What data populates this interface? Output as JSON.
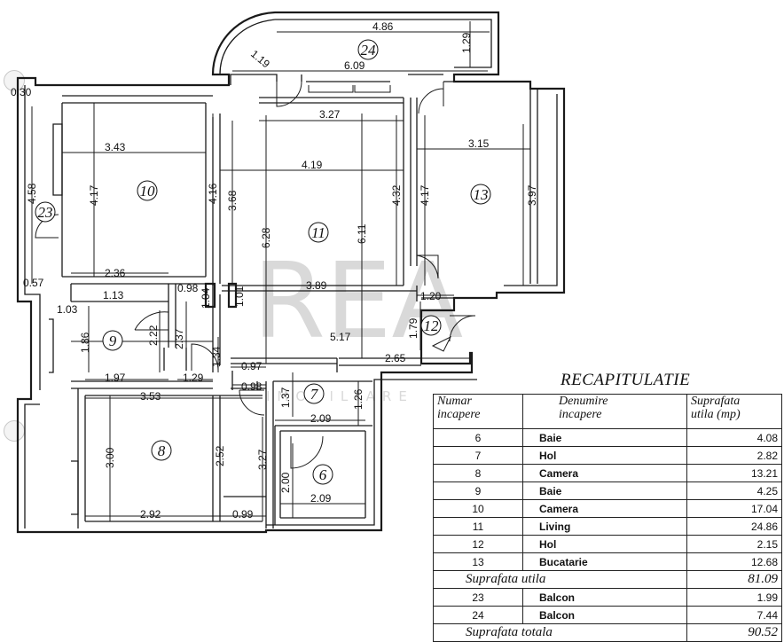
{
  "watermark": {
    "logo": "REA",
    "tagline": "IMOBILIARE"
  },
  "dimensions": {
    "d_4_86": "4.86",
    "d_1_29a": "1.29",
    "d_1_19": "1.19",
    "d_6_09": "6.09",
    "d_0_30": "0.30",
    "d_3_27a": "3.27",
    "d_3_43": "3.43",
    "d_3_15": "3.15",
    "d_4_19": "4.19",
    "d_4_58": "4.58",
    "d_4_17a": "4.17",
    "d_4_16": "4.16",
    "d_3_68": "3.68",
    "d_4_32": "4.32",
    "d_4_17b": "4.17",
    "d_3_97": "3.97",
    "d_6_28": "6.28",
    "d_6_11": "6.11",
    "d_0_57": "0.57",
    "d_2_36": "2.36",
    "d_3_89": "3.89",
    "d_1_13": "1.13",
    "d_0_98a": "0.98",
    "d_1_04": "1.04",
    "d_1_01": "1.01",
    "d_1_20": "1.20",
    "d_1_03": "1.03",
    "d_1_86": "1.86",
    "d_2_22": "2.22",
    "d_2_37": "2.37",
    "d_1_79": "1.79",
    "d_5_17": "5.17",
    "d_1_34": "1.34",
    "d_2_65": "2.65",
    "d_1_97": "1.97",
    "d_1_29b": "1.29",
    "d_0_97": "0.97",
    "d_0_98b": "0.98",
    "d_1_37": "1.37",
    "d_1_26": "1.26",
    "d_3_53": "3.53",
    "d_2_09a": "2.09",
    "d_3_00": "3.00",
    "d_2_52": "2.52",
    "d_3_27b": "3.27",
    "d_2_00": "2.00",
    "d_2_09b": "2.09",
    "d_2_92": "2.92",
    "d_0_99": "0.99"
  },
  "room_labels": {
    "r6": "6",
    "r7": "7",
    "r8": "8",
    "r9": "9",
    "r10": "10",
    "r11": "11",
    "r12": "12",
    "r13": "13",
    "r23": "23",
    "r24": "24"
  },
  "recap": {
    "title": "RECAPITULATIE",
    "headers": {
      "number_l1": "Numar",
      "number_l2": "incapere",
      "name_l1": "Denumire",
      "name_l2": "incapere",
      "area_l1": "Suprafata",
      "area_l2": "utila  (mp)"
    },
    "rows": [
      {
        "num": "6",
        "name": "Baie",
        "area": "4.08"
      },
      {
        "num": "7",
        "name": "Hol",
        "area": "2.82"
      },
      {
        "num": "8",
        "name": "Camera",
        "area": "13.21"
      },
      {
        "num": "9",
        "name": "Baie",
        "area": "4.25"
      },
      {
        "num": "10",
        "name": "Camera",
        "area": "17.04"
      },
      {
        "num": "11",
        "name": "Living",
        "area": "24.86"
      },
      {
        "num": "12",
        "name": "Hol",
        "area": "2.15"
      },
      {
        "num": "13",
        "name": "Bucatarie",
        "area": "12.68"
      }
    ],
    "useful_label": "Suprafata  utila",
    "useful_value": "81.09",
    "balcony_rows": [
      {
        "num": "23",
        "name": "Balcon",
        "area": "1.99"
      },
      {
        "num": "24",
        "name": "Balcon",
        "area": "7.44"
      }
    ],
    "total_label": "Suprafata  totala",
    "total_value": "90.52"
  }
}
